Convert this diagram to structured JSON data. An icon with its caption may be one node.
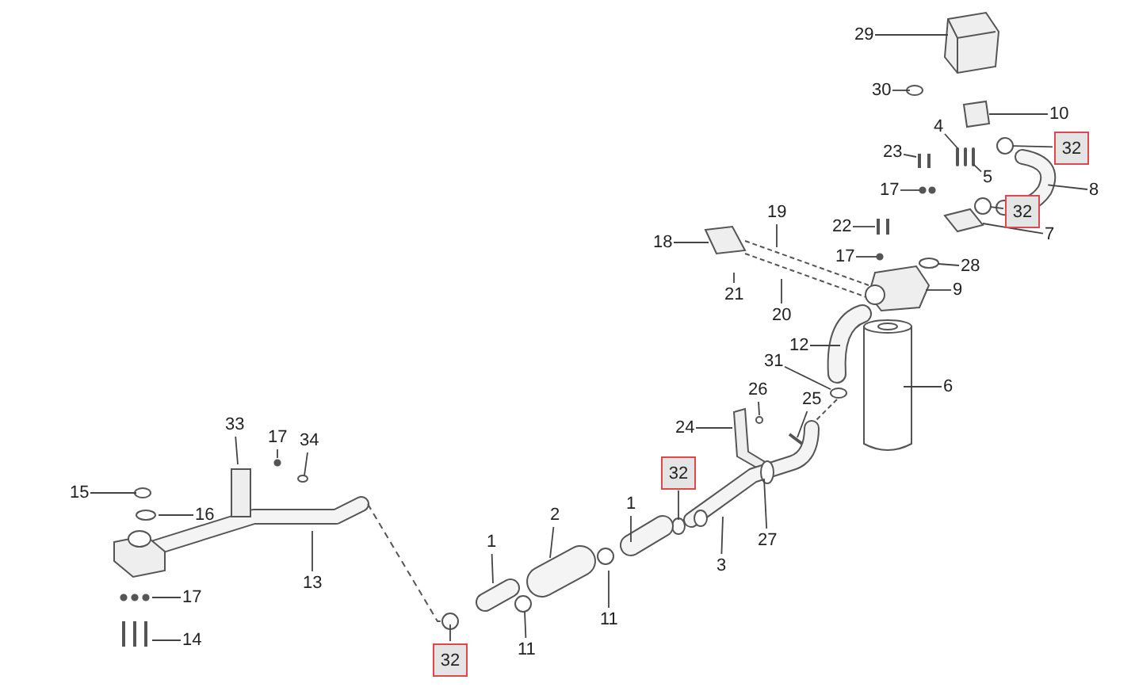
{
  "diagram": {
    "nodes": [
      {
        "text": [
          "29"
        ]
      },
      {
        "text": [
          "30"
        ]
      },
      {
        "text": [
          "10"
        ]
      },
      {
        "text": [
          "32"
        ]
      },
      {
        "text": [
          "4"
        ]
      },
      {
        "text": [
          "23"
        ]
      },
      {
        "text": [
          "5"
        ]
      },
      {
        "text": [
          "8"
        ]
      },
      {
        "text": [
          "17"
        ]
      },
      {
        "text": [
          "32"
        ]
      },
      {
        "text": [
          "7"
        ]
      },
      {
        "text": [
          "19"
        ]
      },
      {
        "text": [
          "22"
        ]
      },
      {
        "text": [
          "18"
        ]
      },
      {
        "text": [
          "17"
        ]
      },
      {
        "text": [
          "28"
        ]
      },
      {
        "text": [
          "9"
        ]
      },
      {
        "text": [
          "21"
        ]
      },
      {
        "text": [
          "20"
        ]
      },
      {
        "text": [
          "12"
        ]
      },
      {
        "text": [
          "31"
        ]
      },
      {
        "text": [
          "6"
        ]
      },
      {
        "text": [
          "26"
        ]
      },
      {
        "text": [
          "25"
        ]
      },
      {
        "text": [
          "24"
        ]
      },
      {
        "text": [
          "33"
        ]
      },
      {
        "text": [
          "17"
        ]
      },
      {
        "text": [
          "34"
        ]
      },
      {
        "text": [
          "32"
        ]
      },
      {
        "text": [
          "15"
        ]
      },
      {
        "text": [
          "1"
        ]
      },
      {
        "text": [
          "16"
        ]
      },
      {
        "text": [
          "2"
        ]
      },
      {
        "text": [
          "1"
        ]
      },
      {
        "text": [
          "13"
        ]
      },
      {
        "text": [
          "27"
        ]
      },
      {
        "text": [
          "3"
        ]
      },
      {
        "text": [
          "17"
        ]
      },
      {
        "text": [
          "11"
        ]
      },
      {
        "text": [
          "14"
        ]
      },
      {
        "text": [
          "11"
        ]
      },
      {
        "text": [
          "32"
        ]
      },
      {
        "text": [],
        "shape": "box"
      },
      {
        "text": [],
        "shape": "circle"
      },
      {
        "text": [],
        "shape": "picture"
      },
      {
        "text": [],
        "shape": "circle"
      },
      {
        "text": [],
        "shape": "box"
      },
      {
        "text": [],
        "shape": "circle"
      },
      {
        "text": [],
        "shape": "circle"
      },
      {
        "text": [],
        "shape": "picture"
      }
    ],
    "edges": [
      {
        "from": 0,
        "to": null,
        "arrow": "none"
      },
      {
        "from": 1,
        "to": null,
        "arrow": "none"
      },
      {
        "from": 2,
        "to": 42,
        "arrow": "none"
      },
      {
        "from": 3,
        "to": 43,
        "arrow": "none"
      },
      {
        "from": 4,
        "to": 49,
        "arrow": "none"
      },
      {
        "from": 5,
        "to": null,
        "arrow": "none"
      },
      {
        "from": 6,
        "to": 49,
        "arrow": "none"
      },
      {
        "from": 7,
        "to": 44,
        "arrow": "none"
      },
      {
        "from": 8,
        "to": null,
        "arrow": "none"
      },
      {
        "from": 9,
        "to": 45,
        "arrow": "none"
      },
      {
        "from": 10,
        "to": 46,
        "arrow": "none"
      },
      {
        "from": 11,
        "to": null,
        "arrow": "none"
      },
      {
        "from": 12,
        "to": null,
        "arrow": "none"
      },
      {
        "from": 13,
        "to": null,
        "arrow": "none"
      },
      {
        "from": 14,
        "to": null,
        "arrow": "none"
      },
      {
        "from": 15,
        "to": 47,
        "arrow": "none"
      },
      {
        "from": 16,
        "to": null,
        "arrow": "none"
      },
      {
        "from": 17,
        "to": null,
        "arrow": "none"
      },
      {
        "from": 18,
        "to": null,
        "arrow": "none"
      },
      {
        "from": 19,
        "to": null,
        "arrow": "none"
      },
      {
        "from": 20,
        "to": 48,
        "arrow": "none"
      },
      {
        "from": 21,
        "to": null,
        "arrow": "none"
      },
      {
        "from": 22,
        "to": null,
        "arrow": "none"
      },
      {
        "from": 23,
        "to": null,
        "arrow": "none"
      },
      {
        "from": 24,
        "to": null,
        "arrow": "none"
      },
      {
        "from": 25,
        "to": null,
        "arrow": "none"
      },
      {
        "from": 26,
        "to": null,
        "arrow": "none"
      },
      {
        "from": 27,
        "to": null,
        "arrow": "none"
      },
      {
        "from": 28,
        "to": null,
        "arrow": "none"
      },
      {
        "from": 29,
        "to": null,
        "arrow": "none"
      },
      {
        "from": 30,
        "to": null,
        "arrow": "none"
      },
      {
        "from": 31,
        "to": null,
        "arrow": "none"
      },
      {
        "from": 32,
        "to": null,
        "arrow": "none"
      },
      {
        "from": 33,
        "to": null,
        "arrow": "none"
      },
      {
        "from": 34,
        "to": null,
        "arrow": "none"
      },
      {
        "from": 35,
        "to": null,
        "arrow": "none"
      },
      {
        "from": 36,
        "to": null,
        "arrow": "none"
      },
      {
        "from": 37,
        "to": null,
        "arrow": "none"
      },
      {
        "from": 38,
        "to": null,
        "arrow": "none"
      },
      {
        "from": 39,
        "to": null,
        "arrow": "none"
      },
      {
        "from": 40,
        "to": null,
        "arrow": "none"
      },
      {
        "from": 41,
        "to": null,
        "arrow": "none"
      }
    ]
  }
}
